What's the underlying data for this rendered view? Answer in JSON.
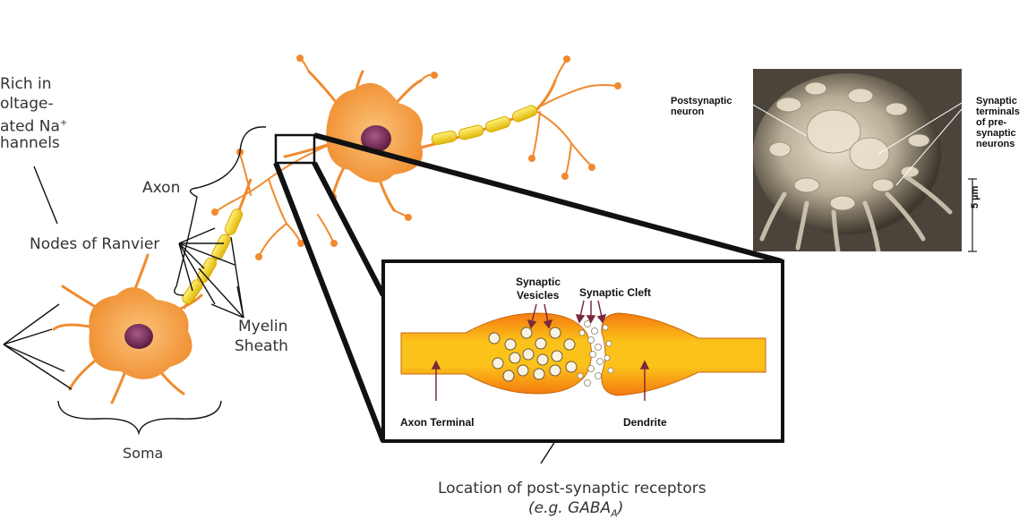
{
  "labels": {
    "rich_line1": "Rich in",
    "rich_line2": "oltage-",
    "rich_line3": "ated Na",
    "rich_sup": "+",
    "rich_line4": "hannels",
    "axon": "Axon",
    "nodes": "Nodes of Ranvier",
    "myelin_line1": "Myelin",
    "myelin_line2": "Sheath",
    "soma": "Soma",
    "receptors_line1": "Location of post-synaptic receptors",
    "receptors_line2_pre": "(e.g. GABA",
    "receptors_line2_sub": "A",
    "receptors_line2_post": ")"
  },
  "synapse_box": {
    "vesicles_line1": "Synaptic",
    "vesicles_line2": "Vesicles",
    "cleft": "Synaptic Cleft",
    "axon_terminal": "Axon Terminal",
    "dendrite": "Dendrite"
  },
  "micrograph": {
    "postsynaptic_line1": "Postsynaptic",
    "postsynaptic_line2": "neuron",
    "terminals_line1": "Synaptic",
    "terminals_line2": "terminals",
    "terminals_line3": "of pre-",
    "terminals_line4": "synaptic",
    "terminals_line5": "neurons",
    "scale": "5 µm"
  },
  "colors": {
    "neuron_body": "#f39a3a",
    "neuron_light": "#f7b560",
    "nucleus": "#7a2a5a",
    "myelin": "#f2d21c",
    "terminal": "#f6a21a",
    "photo_bg": "#5a5246"
  }
}
